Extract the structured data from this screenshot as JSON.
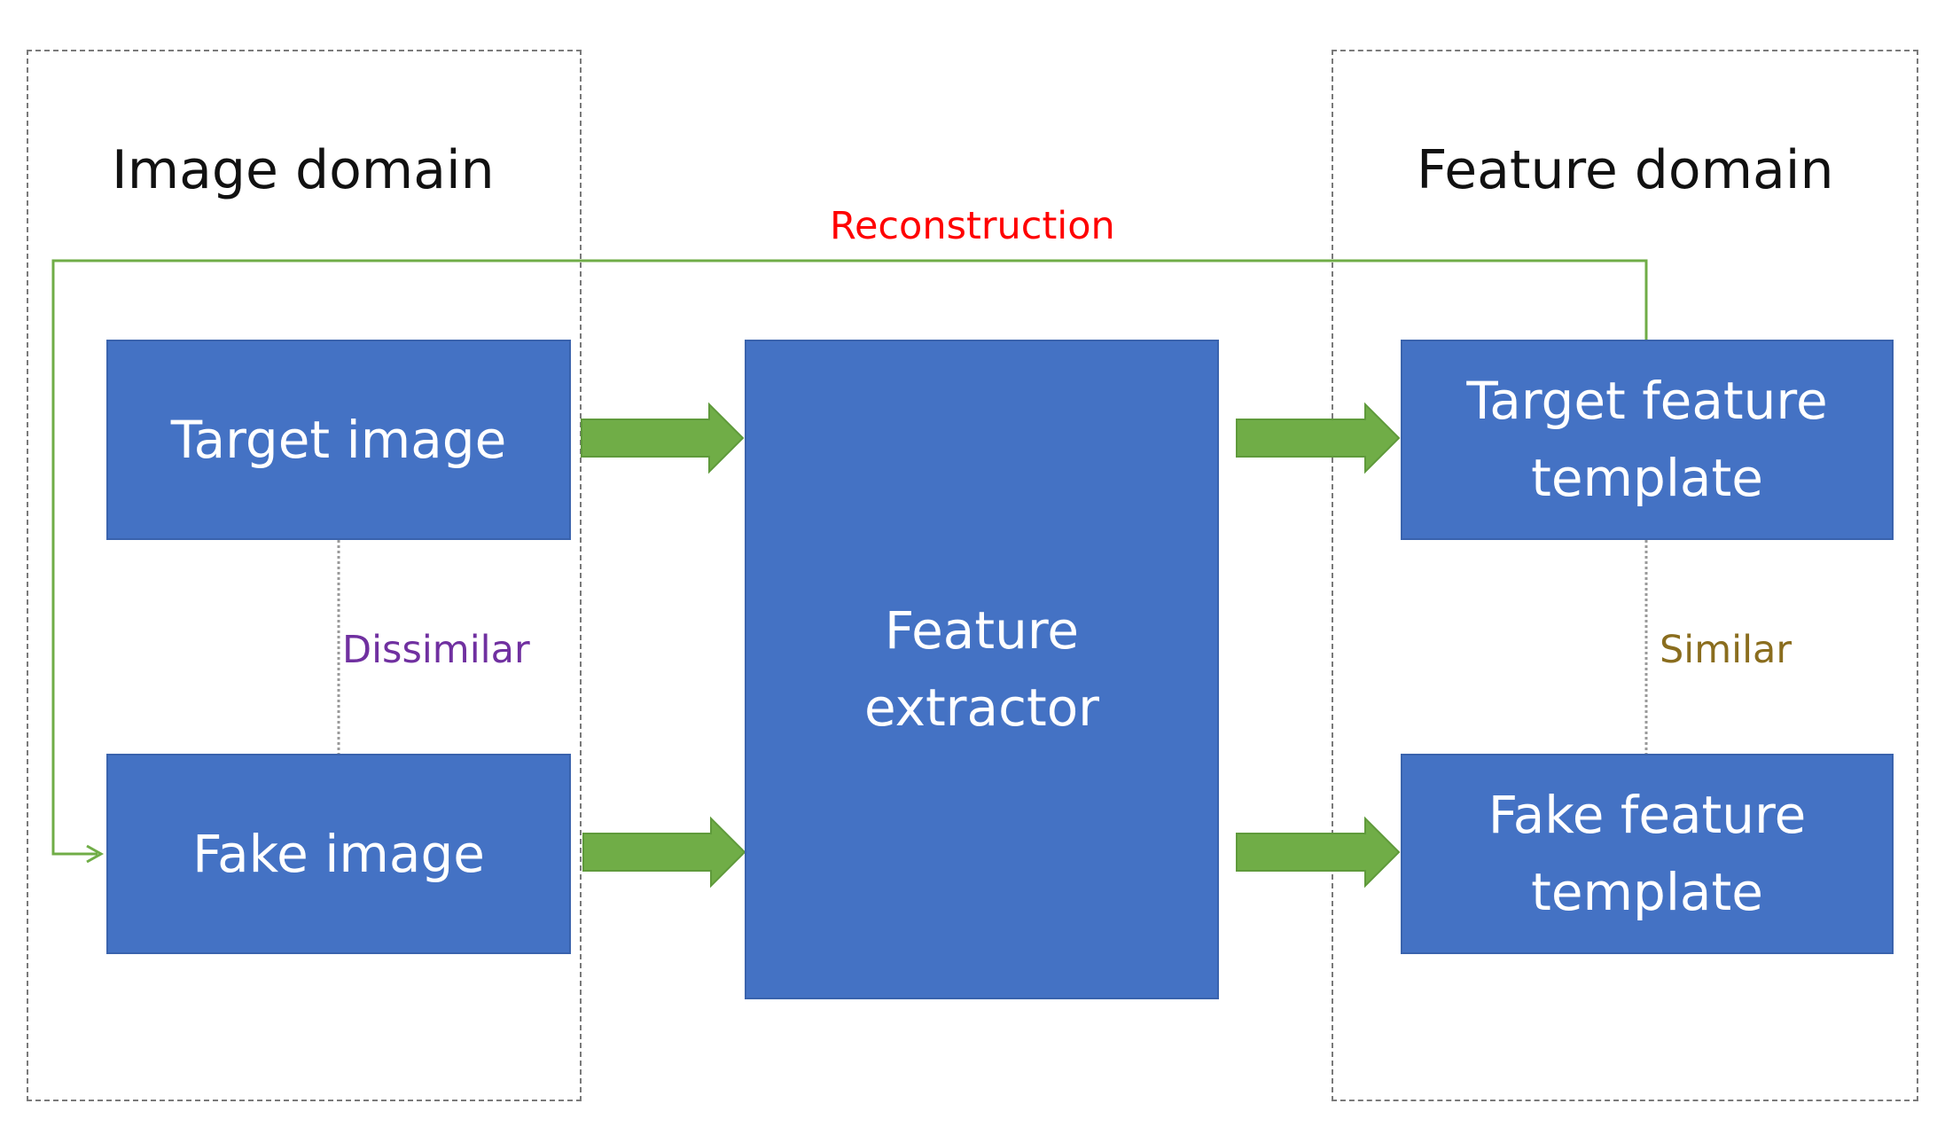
{
  "diagram": {
    "regions": {
      "image_domain": {
        "title": "Image domain"
      },
      "feature_domain": {
        "title": "Feature domain"
      }
    },
    "nodes": {
      "target_image": {
        "label": "Target image"
      },
      "fake_image": {
        "label": "Fake image"
      },
      "feature_extractor": {
        "label": "Feature extractor"
      },
      "target_feature_template": {
        "label": "Target feature template"
      },
      "fake_feature_template": {
        "label": "Fake feature template"
      }
    },
    "edges": {
      "reconstruction": {
        "label": "Reconstruction",
        "from": "target_feature_template",
        "to": "fake_image"
      },
      "dissimilar": {
        "label": "Dissimilar",
        "from": "target_image",
        "to": "fake_image"
      },
      "similar": {
        "label": "Similar",
        "from": "target_feature_template",
        "to": "fake_feature_template"
      },
      "flows": [
        {
          "from": "target_image",
          "to": "feature_extractor"
        },
        {
          "from": "fake_image",
          "to": "feature_extractor"
        },
        {
          "from": "feature_extractor",
          "to": "target_feature_template"
        },
        {
          "from": "feature_extractor",
          "to": "fake_feature_template"
        }
      ]
    },
    "colors": {
      "box_fill": "#4472c4",
      "box_text": "#ffffff",
      "flow_arrow": "#70ad47",
      "reconstruction_line": "#70ad47",
      "reconstruction_label": "#ff0000",
      "dissimilar_label": "#7030a0",
      "similar_label": "#8a6d1e",
      "region_border": "#7a7a7a"
    }
  }
}
